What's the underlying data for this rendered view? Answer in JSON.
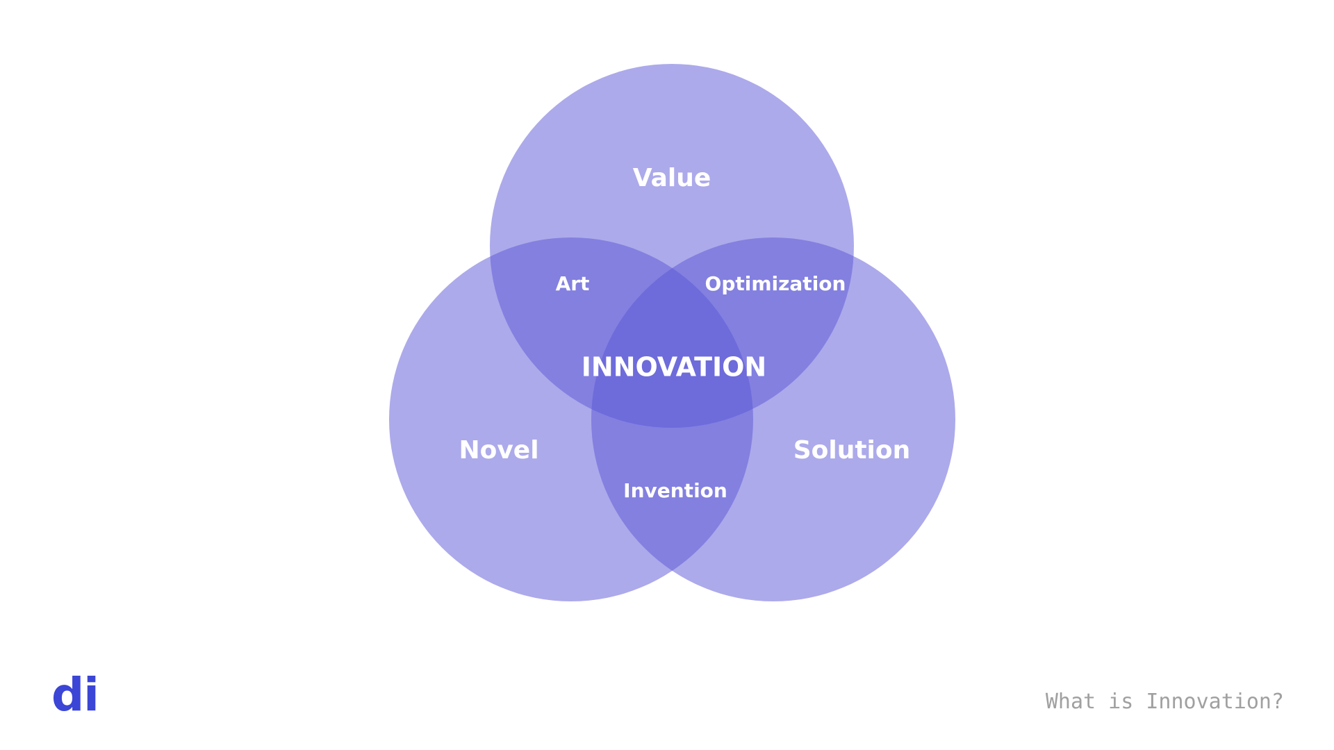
{
  "diagram": {
    "circles": {
      "top": "Value",
      "left": "Novel",
      "right": "Solution"
    },
    "overlaps": {
      "top_left": "Art",
      "top_right": "Optimization",
      "left_right": "Invention"
    },
    "center": "INNOVATION",
    "circle_color": "#5a55d6",
    "circle_opacity": 0.5
  },
  "footer": {
    "logo": "di",
    "logo_color": "#3b45d6",
    "title": "What is Innovation?",
    "title_color": "#a0a0a0"
  }
}
